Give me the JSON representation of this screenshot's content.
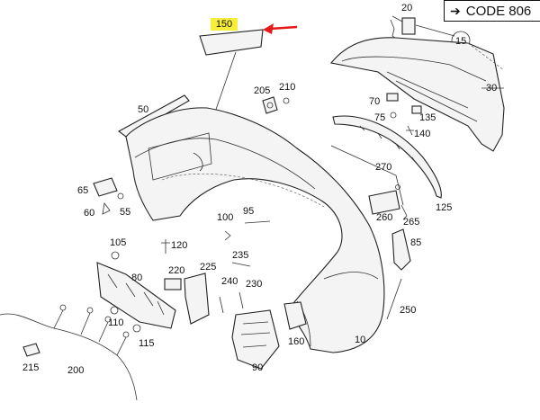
{
  "code_box": {
    "label": "CODE 806"
  },
  "highlighted_part": "150",
  "colors": {
    "highlight": "#f6ee3a",
    "pointer_arrow": "#e41a1a",
    "line": "#222222"
  },
  "labels": {
    "p20": "20",
    "p15": "15",
    "p30": "30",
    "p205": "205",
    "p210": "210",
    "p50": "50",
    "p70": "70",
    "p75": "75",
    "p135": "135",
    "p140": "140",
    "p270": "270",
    "p65": "65",
    "p55": "55",
    "p60": "60",
    "p95": "95",
    "p100": "100",
    "p125": "125",
    "p260": "260",
    "p265": "265",
    "p105": "105",
    "p120": "120",
    "p85": "85",
    "p235": "235",
    "p80": "80",
    "p220": "220",
    "p225": "225",
    "p240": "240",
    "p230": "230",
    "p250": "250",
    "p110": "110",
    "p115": "115",
    "p160": "160",
    "p10": "10",
    "p215": "215",
    "p200": "200",
    "p90": "90"
  }
}
